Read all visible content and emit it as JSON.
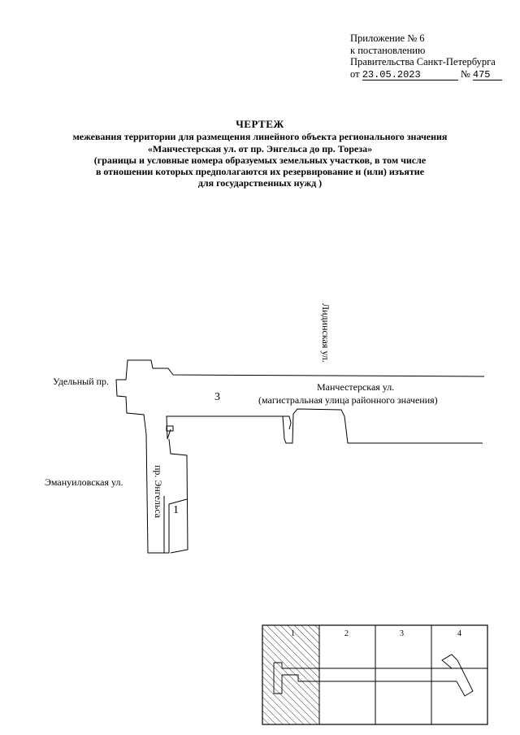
{
  "appendix": {
    "line1": "Приложение № 6",
    "line2": "к постановлению",
    "line3": "Правительства Санкт-Петербурга",
    "date_prefix": "от",
    "date": "23.05.2023",
    "number_prefix": "№",
    "number": "475"
  },
  "title": {
    "main": "ЧЕРТЕЖ",
    "line1": "межевания территории для размещения линейного объекта регионального значения",
    "line2": "«Манчестерская ул. от пр. Энгельса до пр. Тореза»",
    "line3": "(границы и условные номера образуемых земельных участков, в том числе",
    "line4": "в отношении которых предполагаются их резервирование и (или) изъятие",
    "line5": "для государственных нужд )"
  },
  "map": {
    "street_udelny": "Удельный пр.",
    "street_manchesterskaya": "Манчестерская ул.",
    "street_note": "(магистральная улица районного значения)",
    "street_lidinskaya": "Лидинская ул.",
    "street_emanuilovskaya": "Эмануиловская ул.",
    "street_engelsa": "пр. Энгельса",
    "plot_1": "1",
    "plot_3": "3"
  },
  "sheet_index": {
    "sheets": [
      "1",
      "2",
      "3",
      "4"
    ]
  }
}
